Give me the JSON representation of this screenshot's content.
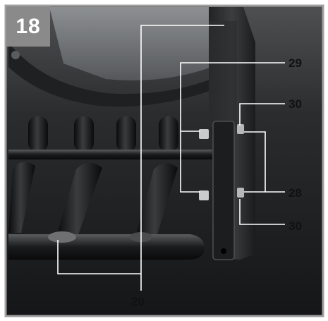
{
  "figure": {
    "number": "18",
    "callouts": {
      "label_29": "29",
      "label_30_top": "30",
      "label_28": "28",
      "label_30_bottom": "30",
      "label_20": "20"
    }
  },
  "colors": {
    "badge": "#8a8a8a",
    "leader_lines": "#ffffff",
    "frame_border": "#a0a0a0"
  }
}
